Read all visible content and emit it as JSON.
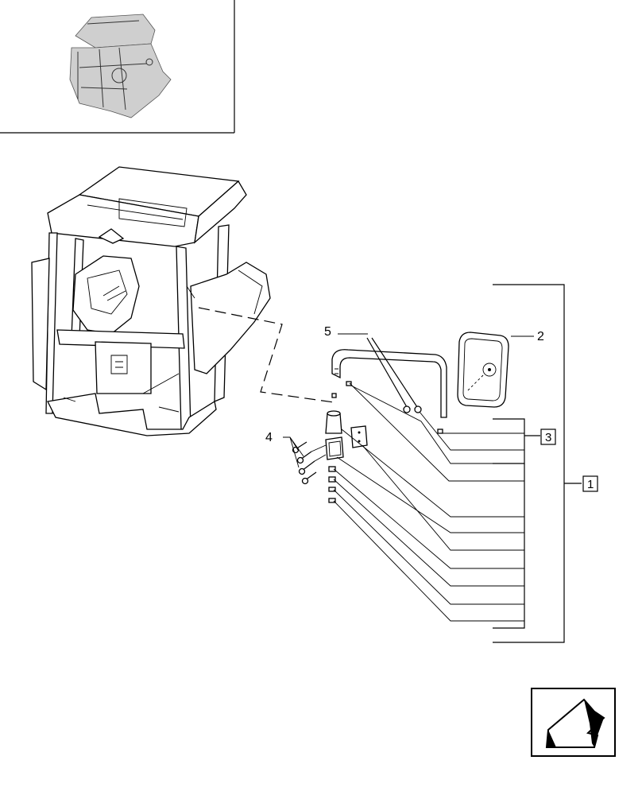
{
  "callouts": {
    "c1": "1",
    "c2": "2",
    "c3": "3",
    "c4": "4",
    "c5": "5"
  },
  "icons": {
    "thumbnail": "tractor-cab-thumbnail-icon",
    "navigation": "previous-page-arrow-icon"
  }
}
